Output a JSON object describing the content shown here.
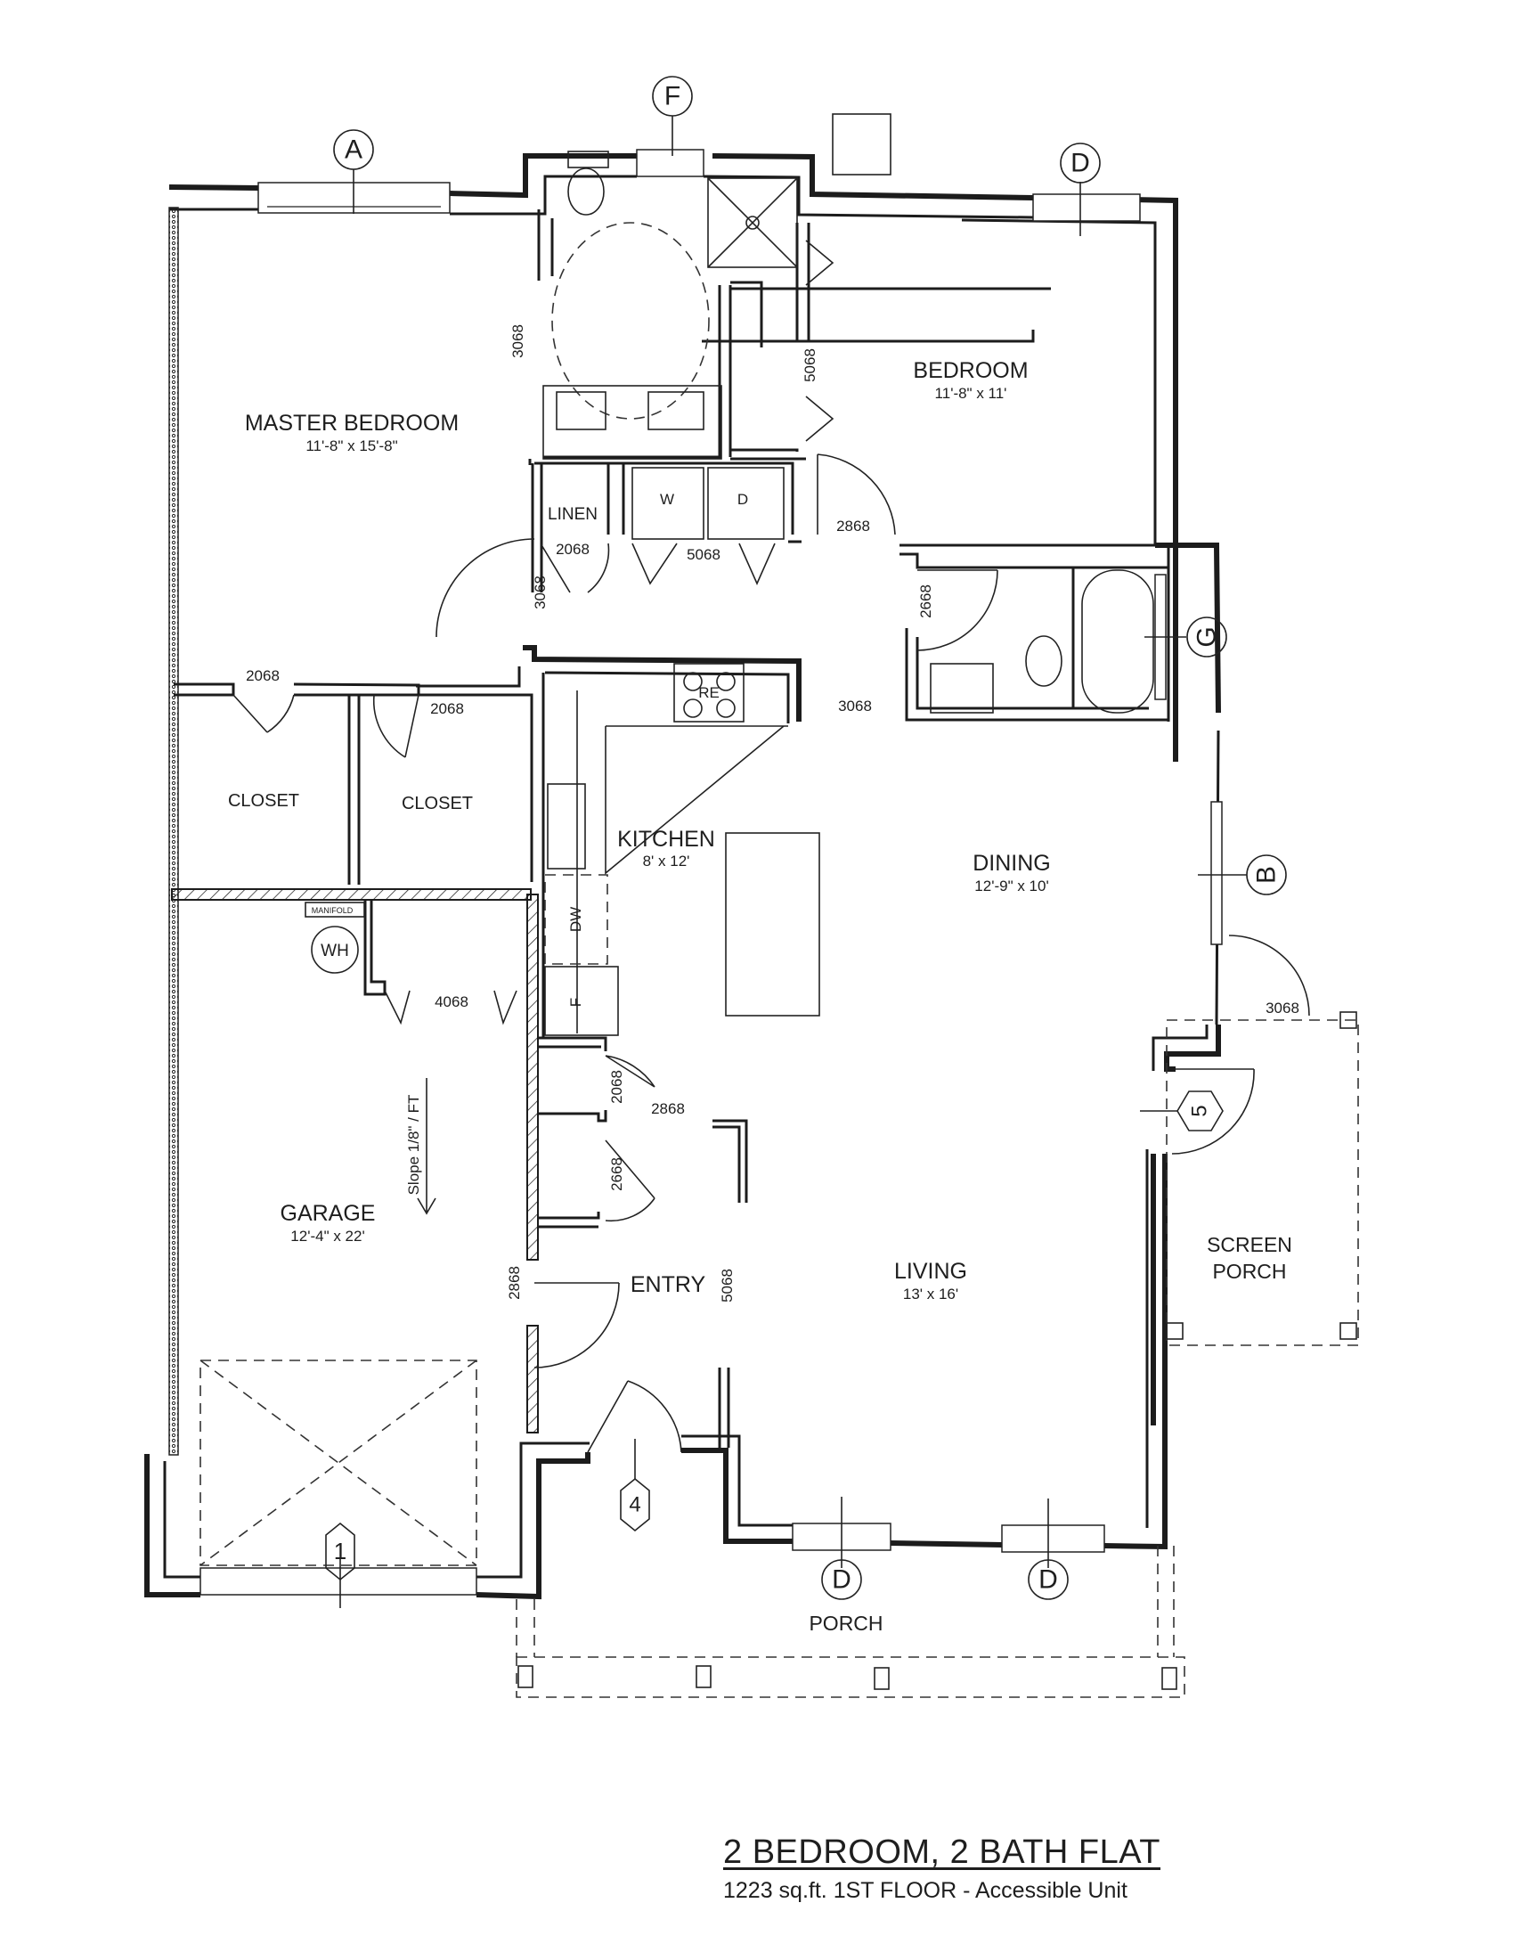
{
  "title_block": {
    "title": "2 BEDROOM, 2 BATH FLAT",
    "subtitle": "1223 sq.ft. 1ST FLOOR - Accessible Unit"
  },
  "rooms": [
    {
      "name": "MASTER BEDROOM",
      "size": "11'-8\" x 15'-8\""
    },
    {
      "name": "BEDROOM",
      "size": "11'-8\" x 11'"
    },
    {
      "name": "KITCHEN",
      "size": "8' x 12'"
    },
    {
      "name": "DINING",
      "size": "12'-9\" x 10'"
    },
    {
      "name": "LIVING",
      "size": "13' x 16'"
    },
    {
      "name": "GARAGE",
      "size": "12'-4\" x 22'"
    },
    {
      "name": "CLOSET"
    },
    {
      "name": "CLOSET"
    },
    {
      "name": "LINEN"
    },
    {
      "name": "ENTRY"
    },
    {
      "name": "SCREEN",
      "name2": "PORCH"
    },
    {
      "name": "PORCH"
    }
  ],
  "appliances": {
    "washer": "W",
    "dryer": "D",
    "range": "RE",
    "dishwasher": "DW",
    "fridge": "F",
    "water_heater": "WH",
    "manifold": "MANIFOLD"
  },
  "door_sizes": [
    "3068",
    "2068",
    "3068",
    "5068",
    "5068",
    "2868",
    "2668",
    "3068",
    "2068",
    "2068",
    "4068",
    "2068",
    "2868",
    "2668",
    "2868",
    "5068",
    "3068"
  ],
  "window_tags": [
    "A",
    "F",
    "D",
    "G",
    "B",
    "D",
    "D"
  ],
  "door_tags": [
    "1",
    "4",
    "5"
  ],
  "notes": {
    "slope": "Slope 1/8\" / FT"
  }
}
